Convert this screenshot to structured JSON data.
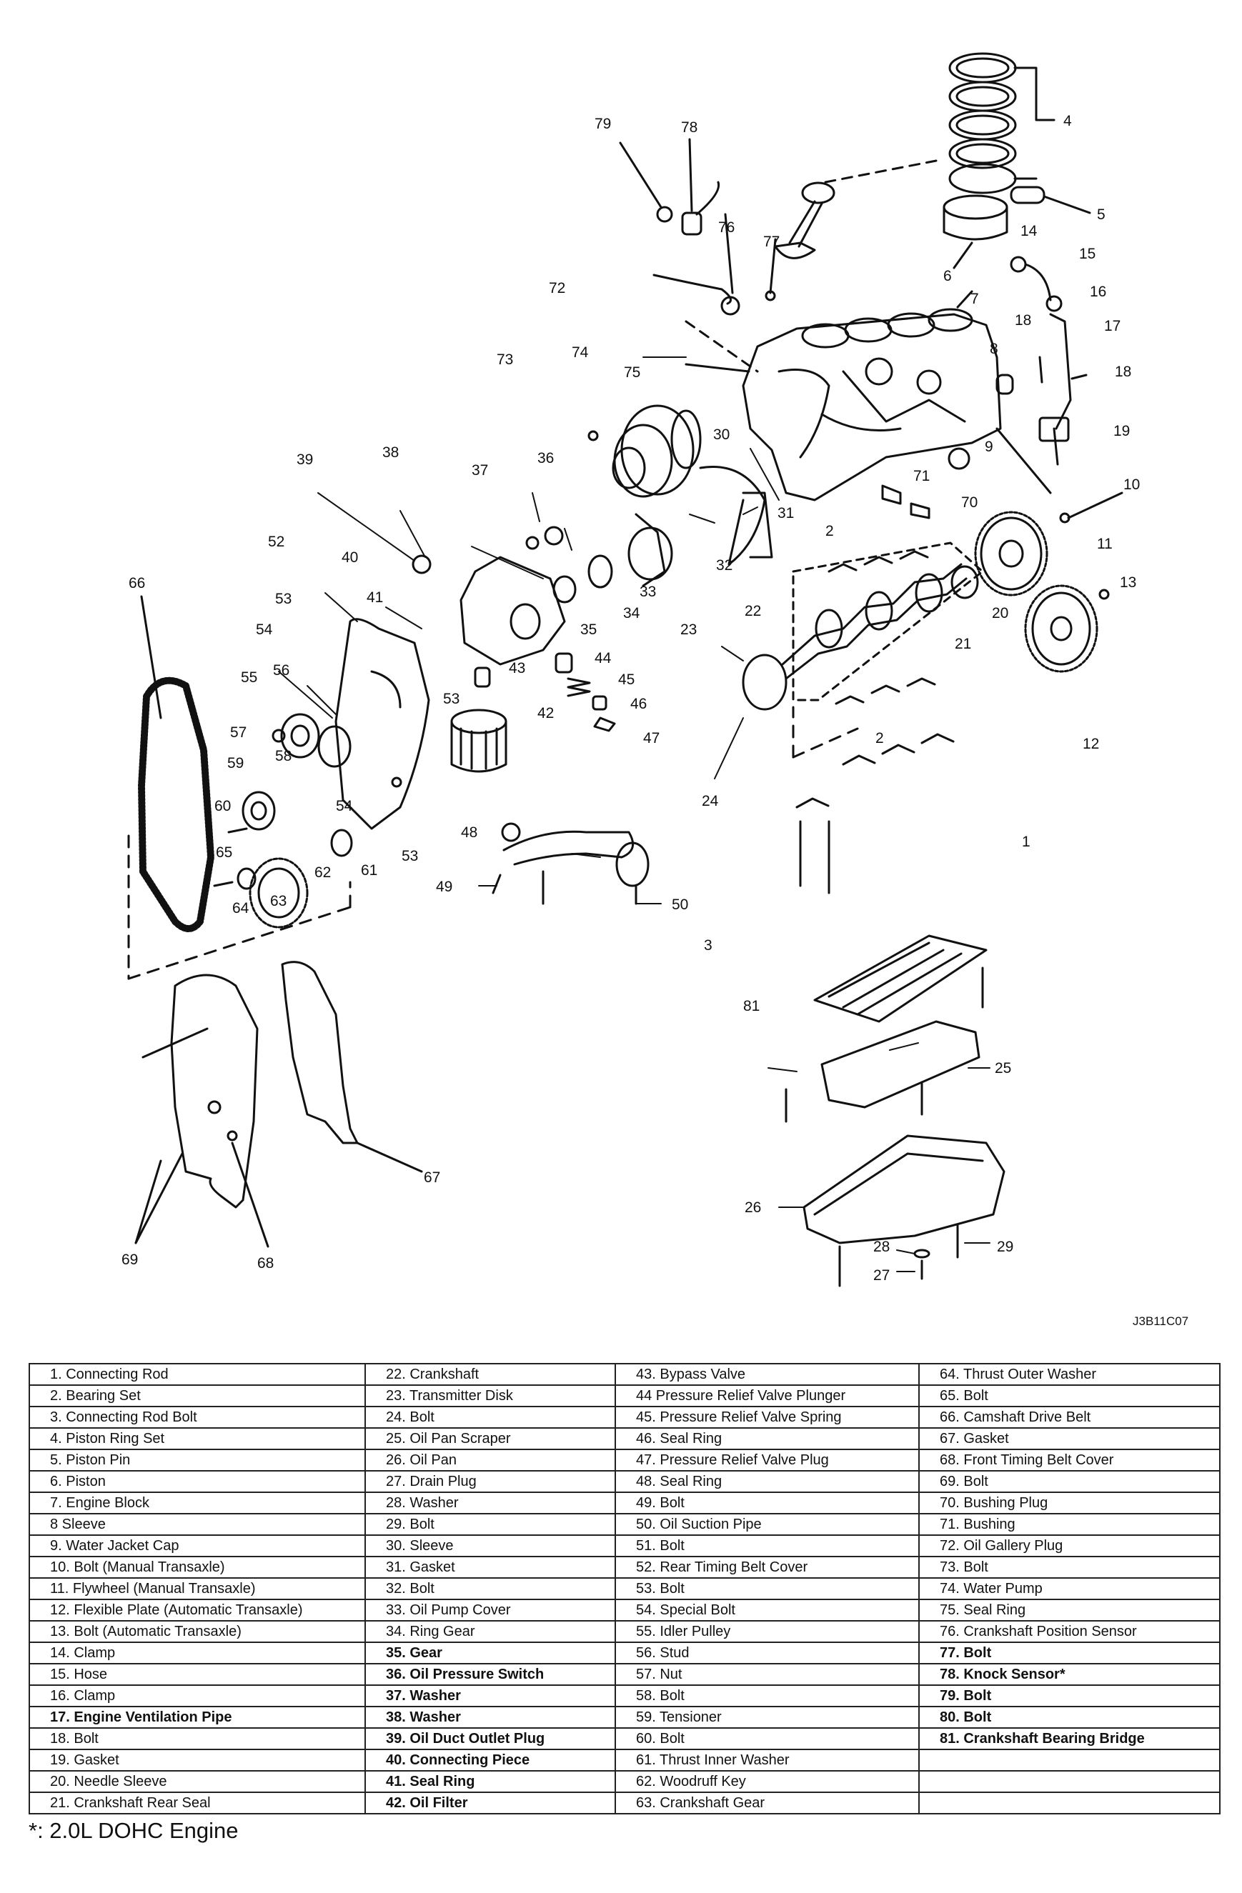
{
  "figure_id": "J3B11C07",
  "callouts": {
    "c1": "1",
    "c2a": "2",
    "c2b": "2",
    "c3": "3",
    "c4": "4",
    "c5": "5",
    "c6": "6",
    "c7": "7",
    "c8": "8",
    "c9": "9",
    "c10": "10",
    "c11": "11",
    "c12": "12",
    "c13": "13",
    "c14": "14",
    "c15": "15",
    "c16": "16",
    "c17": "17",
    "c18a": "18",
    "c18b": "18",
    "c19": "19",
    "c20": "20",
    "c21": "21",
    "c22": "22",
    "c23": "23",
    "c24": "24",
    "c25": "25",
    "c26": "26",
    "c27": "27",
    "c28": "28",
    "c29": "29",
    "c30": "30",
    "c31": "31",
    "c32": "32",
    "c33": "33",
    "c34": "34",
    "c35": "35",
    "c36": "36",
    "c37": "37",
    "c38": "38",
    "c39": "39",
    "c40": "40",
    "c41": "41",
    "c42": "42",
    "c43": "43",
    "c44": "44",
    "c45": "45",
    "c46": "46",
    "c47": "47",
    "c48": "48",
    "c49": "49",
    "c50": "50",
    "c52": "52",
    "c53a": "53",
    "c53b": "53",
    "c53c": "53",
    "c54a": "54",
    "c54b": "54",
    "c55": "55",
    "c56": "56",
    "c57": "57",
    "c58": "58",
    "c59": "59",
    "c60": "60",
    "c61": "61",
    "c62": "62",
    "c63": "63",
    "c64": "64",
    "c65": "65",
    "c66": "66",
    "c67": "67",
    "c68": "68",
    "c69": "69",
    "c70": "70",
    "c71": "71",
    "c72": "72",
    "c73": "73",
    "c74": "74",
    "c75": "75",
    "c76": "76",
    "c77": "77",
    "c78": "78",
    "c79": "79",
    "c81": "81"
  },
  "legend": {
    "columns": [
      [
        {
          "text": "1. Connecting Rod",
          "bold": false
        },
        {
          "text": "2. Bearing Set",
          "bold": false
        },
        {
          "text": "3. Connecting Rod Bolt",
          "bold": false
        },
        {
          "text": "4. Piston Ring Set",
          "bold": false
        },
        {
          "text": "5. Piston Pin",
          "bold": false
        },
        {
          "text": "6. Piston",
          "bold": false
        },
        {
          "text": "7. Engine Block",
          "bold": false
        },
        {
          "text": "8 Sleeve",
          "bold": false
        },
        {
          "text": "9. Water Jacket Cap",
          "bold": false
        },
        {
          "text": "10. Bolt (Manual Transaxle)",
          "bold": false
        },
        {
          "text": "11. Flywheel (Manual Transaxle)",
          "bold": false
        },
        {
          "text": "12. Flexible Plate (Automatic Transaxle)",
          "bold": false
        },
        {
          "text": "13. Bolt (Automatic Transaxle)",
          "bold": false
        },
        {
          "text": "14. Clamp",
          "bold": false
        },
        {
          "text": "15. Hose",
          "bold": false
        },
        {
          "text": "16. Clamp",
          "bold": false
        },
        {
          "text": "17. Engine Ventilation Pipe",
          "bold": true
        },
        {
          "text": "18. Bolt",
          "bold": false
        },
        {
          "text": "19. Gasket",
          "bold": false
        },
        {
          "text": "20. Needle Sleeve",
          "bold": false
        },
        {
          "text": "21. Crankshaft Rear Seal",
          "bold": false
        }
      ],
      [
        {
          "text": "22. Crankshaft",
          "bold": false
        },
        {
          "text": "23. Transmitter Disk",
          "bold": false
        },
        {
          "text": "24. Bolt",
          "bold": false
        },
        {
          "text": "25. Oil Pan Scraper",
          "bold": false
        },
        {
          "text": "26. Oil Pan",
          "bold": false
        },
        {
          "text": "27. Drain Plug",
          "bold": false
        },
        {
          "text": "28. Washer",
          "bold": false
        },
        {
          "text": "29. Bolt",
          "bold": false
        },
        {
          "text": "30. Sleeve",
          "bold": false
        },
        {
          "text": "31. Gasket",
          "bold": false
        },
        {
          "text": "32. Bolt",
          "bold": false
        },
        {
          "text": "33. Oil Pump Cover",
          "bold": false
        },
        {
          "text": "34. Ring Gear",
          "bold": false
        },
        {
          "text": "35. Gear",
          "bold": true
        },
        {
          "text": "36. Oil Pressure Switch",
          "bold": true
        },
        {
          "text": "37. Washer",
          "bold": true
        },
        {
          "text": "38. Washer",
          "bold": true
        },
        {
          "text": "39. Oil Duct Outlet Plug",
          "bold": true
        },
        {
          "text": "40. Connecting Piece",
          "bold": true
        },
        {
          "text": "41. Seal Ring",
          "bold": true
        },
        {
          "text": "42. Oil Filter",
          "bold": true
        }
      ],
      [
        {
          "text": "43. Bypass Valve",
          "bold": false
        },
        {
          "text": "44  Pressure Relief Valve Plunger",
          "bold": false
        },
        {
          "text": "45. Pressure Relief Valve Spring",
          "bold": false
        },
        {
          "text": "46. Seal Ring",
          "bold": false
        },
        {
          "text": "47. Pressure Relief Valve Plug",
          "bold": false
        },
        {
          "text": "48. Seal Ring",
          "bold": false
        },
        {
          "text": "49. Bolt",
          "bold": false
        },
        {
          "text": "50. Oil Suction Pipe",
          "bold": false
        },
        {
          "text": "51. Bolt",
          "bold": false
        },
        {
          "text": "52. Rear Timing Belt Cover",
          "bold": false
        },
        {
          "text": "53. Bolt",
          "bold": false
        },
        {
          "text": "54. Special Bolt",
          "bold": false
        },
        {
          "text": "55. Idler Pulley",
          "bold": false
        },
        {
          "text": "56. Stud",
          "bold": false
        },
        {
          "text": "57. Nut",
          "bold": false
        },
        {
          "text": "58. Bolt",
          "bold": false
        },
        {
          "text": "59. Tensioner",
          "bold": false
        },
        {
          "text": "60. Bolt",
          "bold": false
        },
        {
          "text": "61. Thrust Inner Washer",
          "bold": false
        },
        {
          "text": "62. Woodruff Key",
          "bold": false
        },
        {
          "text": "63. Crankshaft Gear",
          "bold": false
        }
      ],
      [
        {
          "text": "64. Thrust Outer Washer",
          "bold": false
        },
        {
          "text": "65. Bolt",
          "bold": false
        },
        {
          "text": "66. Camshaft Drive Belt",
          "bold": false
        },
        {
          "text": "67. Gasket",
          "bold": false
        },
        {
          "text": "68. Front Timing Belt Cover",
          "bold": false
        },
        {
          "text": "69. Bolt",
          "bold": false
        },
        {
          "text": "70. Bushing Plug",
          "bold": false
        },
        {
          "text": "71. Bushing",
          "bold": false
        },
        {
          "text": "72. Oil Gallery Plug",
          "bold": false
        },
        {
          "text": "73. Bolt",
          "bold": false
        },
        {
          "text": "74. Water Pump",
          "bold": false
        },
        {
          "text": "75. Seal Ring",
          "bold": false
        },
        {
          "text": "76. Crankshaft Position Sensor",
          "bold": false
        },
        {
          "text": "77. Bolt",
          "bold": true
        },
        {
          "text": "78. Knock Sensor*",
          "bold": true
        },
        {
          "text": "79. Bolt",
          "bold": true
        },
        {
          "text": "80. Bolt",
          "bold": true
        },
        {
          "text": "81. Crankshaft Bearing Bridge",
          "bold": true
        },
        {
          "text": "",
          "bold": false
        },
        {
          "text": "",
          "bold": false
        },
        {
          "text": "",
          "bold": false
        }
      ]
    ]
  },
  "footnote": "*: 2.0L DOHC Engine"
}
